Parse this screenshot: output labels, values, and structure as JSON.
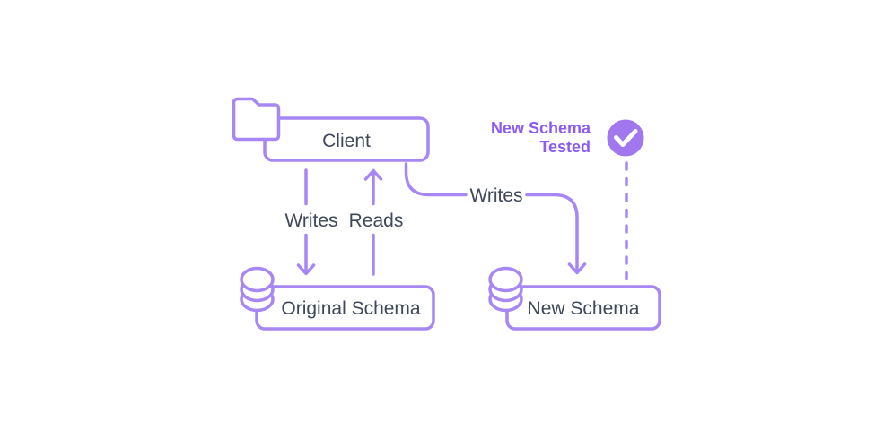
{
  "diagram": {
    "type": "flow-diagram",
    "background": "#ffffff",
    "nodes": {
      "client": {
        "label": "Client",
        "icon": "folder-icon"
      },
      "original_schema": {
        "label": "Original Schema",
        "icon": "database-icon"
      },
      "new_schema": {
        "label": "New Schema",
        "icon": "database-icon"
      }
    },
    "edges": {
      "client_writes_original": {
        "label": "Writes",
        "direction": "down"
      },
      "client_reads_original": {
        "label": "Reads",
        "direction": "up"
      },
      "client_writes_new": {
        "label": "Writes",
        "direction": "right-down"
      },
      "tested_to_new_schema": {
        "style": "dashed"
      }
    },
    "annotation": {
      "line1": "New Schema",
      "line2": "Tested",
      "icon": "check-icon"
    },
    "colors": {
      "stroke_purple": "#a687f3",
      "badge_fill": "#a177ef",
      "accent_text": "#8c5cf0",
      "dark_text": "#3e4859",
      "check_mark": "#ffffff"
    }
  }
}
